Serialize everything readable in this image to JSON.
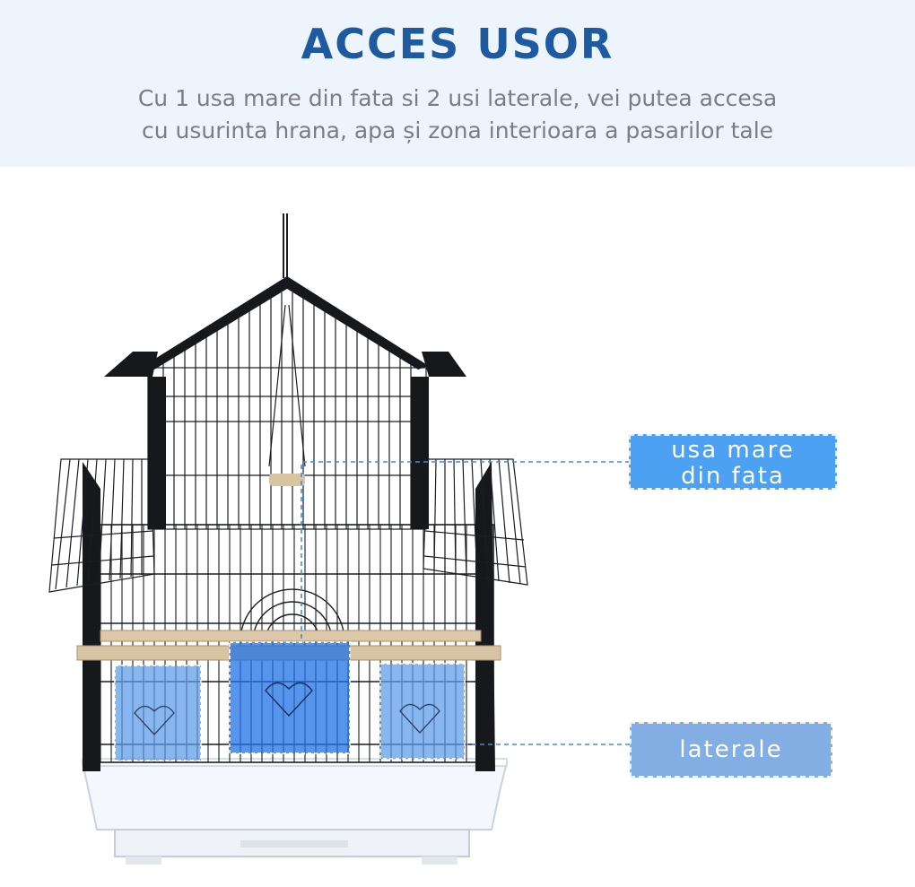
{
  "header": {
    "title": "ACCES USOR",
    "subtitle_line1": "Cu 1 usa mare din fata si 2 usi laterale, vei putea accesa",
    "subtitle_line2": "cu usurinta hrana, apa și zona interioara a pasarilor tale"
  },
  "callouts": {
    "front_door_line1": "usa mare",
    "front_door_line2": "din fata",
    "side_doors": "laterale"
  },
  "colors": {
    "title": "#1e5aa0",
    "front_callout": "#4da1f3",
    "side_callout": "#83aee3",
    "door_highlight": "#2f7fe8",
    "leader_line": "#3f8de0"
  }
}
